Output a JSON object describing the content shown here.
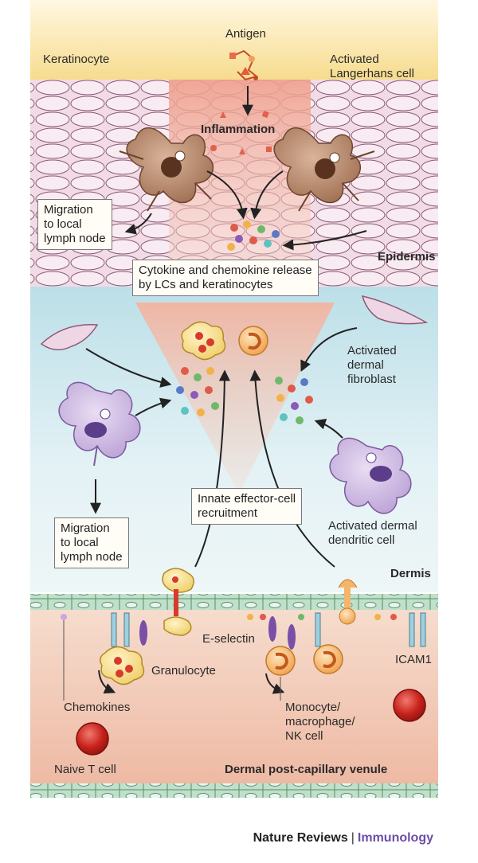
{
  "labels": {
    "antigen": "Antigen",
    "keratinocyte": "Keratinocyte",
    "activated_langerhans": "Activated\nLangerhans cell",
    "inflammation": "Inflammation",
    "epidermis": "Epidermis",
    "activated_fibroblast": "Activated\ndermal\nfibroblast",
    "activated_dermal_dc": "Activated dermal\ndendritic cell",
    "dermis": "Dermis",
    "e_selectin": "E-selectin",
    "granulocyte": "Granulocyte",
    "icam1": "ICAM1",
    "chemokines": "Chemokines",
    "monocyte": "Monocyte/\nmacrophage/\nNK cell",
    "naive_t": "Naive T cell",
    "venule": "Dermal post-capillary venule"
  },
  "boxes": {
    "migration_top": "Migration\nto local\nlymph node",
    "cytokine_release": "Cytokine and chemokine release\nby LCs and keratinocytes",
    "innate_recruitment": "Innate effector-cell\nrecruitment",
    "migration_bottom": "Migration\nto local\nlymph node"
  },
  "credit": {
    "publisher": "Nature Reviews",
    "separator": "|",
    "journal": "Immunology"
  },
  "colors": {
    "stratum": "#fbe6a6",
    "epidermis": "#f3dbe6",
    "dermis": "#d5eaf0",
    "venule": "#f2c6b3",
    "inflammation": "#e8988a",
    "langerhans": "#a9785c",
    "dendritic": "#c9b6dd",
    "granulocyte": "#f5d77a",
    "monocyte": "#f4b66a",
    "tcell": "#d0342c",
    "journal": "#6b4fa8"
  }
}
